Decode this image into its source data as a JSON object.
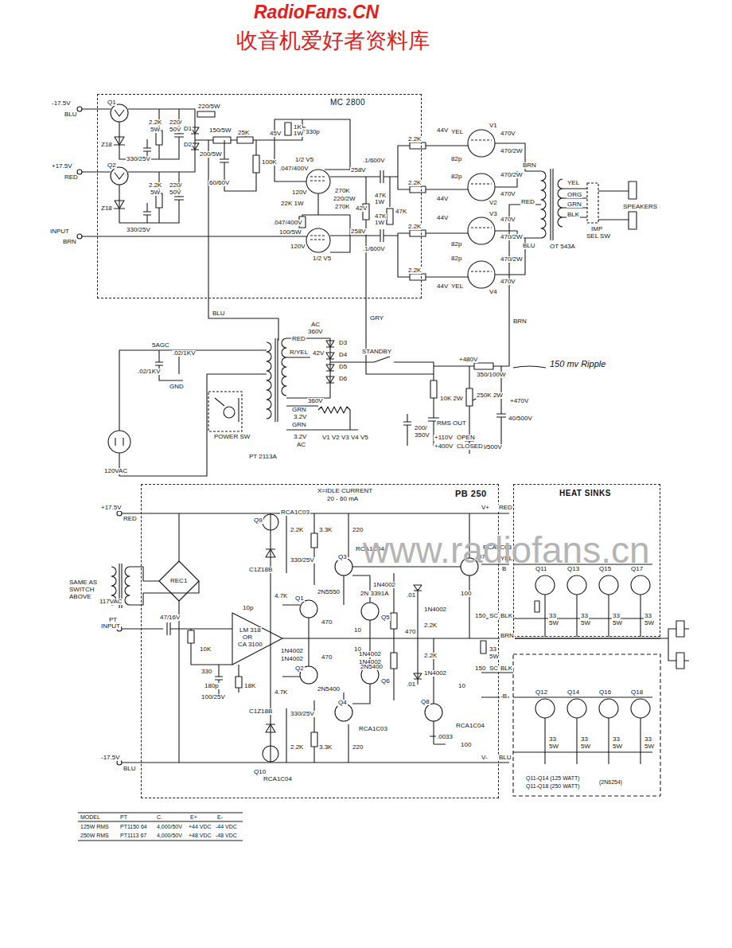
{
  "diagram": {
    "nodes": [
      {
        "text": [
          "MC 2800"
        ]
      },
      {
        "text": [
          "PB 250"
        ]
      },
      {
        "text": [
          "HEAT SINKS"
        ]
      }
    ],
    "labels": [
      "RadioFans.CN",
      "收音机爱好者资料库",
      "-17.5V",
      "BLU",
      "Q1",
      "2.2K",
      "5W",
      "220/",
      "50V",
      "220/5W",
      "D1",
      "D2",
      "150/5W",
      "Z18",
      "330/25V",
      "200/5W",
      "25K",
      "45V",
      "1K",
      "1W",
      "330p",
      "60/60V",
      "100K",
      "+17.5V",
      "RED",
      "Q2",
      "2.2K",
      "5W",
      "220/",
      "50V",
      "Z18",
      "330/25V",
      "1/2 V5",
      ".047/400V",
      "120V",
      "258V",
      "42V",
      "270K",
      "220/2W",
      "270K",
      "22K 1W",
      "100/5W",
      ".1/600V",
      "47K",
      "1W",
      "47K",
      "1W",
      "47K",
      "INPUT",
      "BRN",
      ".047/400V",
      "120V",
      "1/2 V5",
      "258V",
      ".1/600V",
      "2.2K",
      "2.2K",
      "2.2K",
      "2.2K",
      "44V",
      "YEL",
      "82p",
      "82p",
      "44V",
      "44V",
      "82p",
      "82p",
      "YEL",
      "44V",
      "V1",
      "V2",
      "V3",
      "V4",
      "470V",
      "470/2W",
      "470/2W",
      "470V",
      "470V",
      "470/2W",
      "470/2W",
      "470V",
      "BRN",
      "RED",
      "BLU",
      "OT 543A",
      "YEL",
      "ORG",
      "GRN",
      "BLK",
      "IMP",
      "SEL SW",
      "SPEAKERS",
      "BLU",
      "GRY",
      "BRN",
      "5AGC",
      ".02/1KV",
      ".02/1KV",
      "GND",
      "POWER SW",
      "120VAC",
      "PT 2113A",
      "AC",
      "360V",
      "RED",
      "R/YEL",
      "42V",
      "D3",
      "D4",
      "D5",
      "D6",
      "STANDBY",
      "360V",
      "GRN",
      "3.2V",
      "GRN",
      "V1 V2 V3 V4 V5",
      "3.2V",
      "AC",
      "+480V",
      "350/100W",
      "150 mv Ripple",
      "10K 2W",
      "250K 2W",
      "+470V",
      "40/500V",
      "200/",
      "350V",
      "RMS OUT",
      "40/500V",
      "+110V",
      "OPEN",
      "+400V",
      "CLOSED",
      "X=IDLE CURRENT",
      "20 - 60 mA",
      "+17.5V",
      "RED",
      "V+",
      "RED",
      "Q9",
      "RCA1C03",
      "2.2K",
      "3.3K",
      "220",
      "C1Z18B",
      "330/25V",
      "Q3",
      "RCA1C04",
      "1N4002",
      "Q7",
      "RCA1C03",
      "YEL",
      "B",
      "SAME AS SWITCH ABOVE",
      "117VAC",
      "PT",
      "REC1",
      "4.7K",
      "Q1",
      "2N5550",
      "Q5",
      "2N 3391A",
      ".01",
      "1N4002",
      "100",
      "150",
      "SC",
      "BLK",
      "INPUT",
      "47/16V",
      "10p",
      "LM 318",
      "OR",
      "CA 3100",
      "10K",
      "470",
      "2.2K",
      "10",
      "470",
      "BRN",
      "1N4002",
      "1N4002",
      "470",
      "10",
      "1N4002",
      "1N4002",
      "2.2K",
      "33",
      "5W",
      "1N4002",
      "330",
      "180p",
      "100/25V",
      "18K",
      "4.7K",
      "Q2",
      "2N5400",
      "Q6",
      "2N5400",
      ".01",
      "150",
      "SC",
      "BLK",
      "10",
      "-B",
      "C1Z18B",
      "330/25V",
      "Q4",
      "RCA1C03",
      "Q8",
      "RCA1C04",
      ".0033",
      "100",
      "2.2K",
      "3.3K",
      "220",
      "Q10",
      "RCA1C04",
      "V-",
      "-17.5V",
      "BLU",
      "BLU",
      "Q11",
      "Q13",
      "Q15",
      "Q17",
      "33",
      "33",
      "33",
      "33",
      "5W",
      "5W",
      "5W",
      "5W",
      "Q12",
      "Q14",
      "Q16",
      "Q18",
      "33",
      "33",
      "33",
      "33",
      "5W",
      "5W",
      "5W",
      "5W",
      "Q11-Q14 (125 WATT)",
      "Q11-Q18 (250 WATT)",
      "(2N6254)",
      "MODEL",
      "PT",
      "C.",
      "E+",
      "E-",
      "125W RMS",
      "PT1150 64",
      "4,000/50V",
      "+44 VDC",
      "-44 VDC",
      "250W RMS",
      "PT1113 67",
      "4,000/50V",
      "+48 VDC",
      "-48 VDC",
      "www.radiofans.cn"
    ]
  }
}
